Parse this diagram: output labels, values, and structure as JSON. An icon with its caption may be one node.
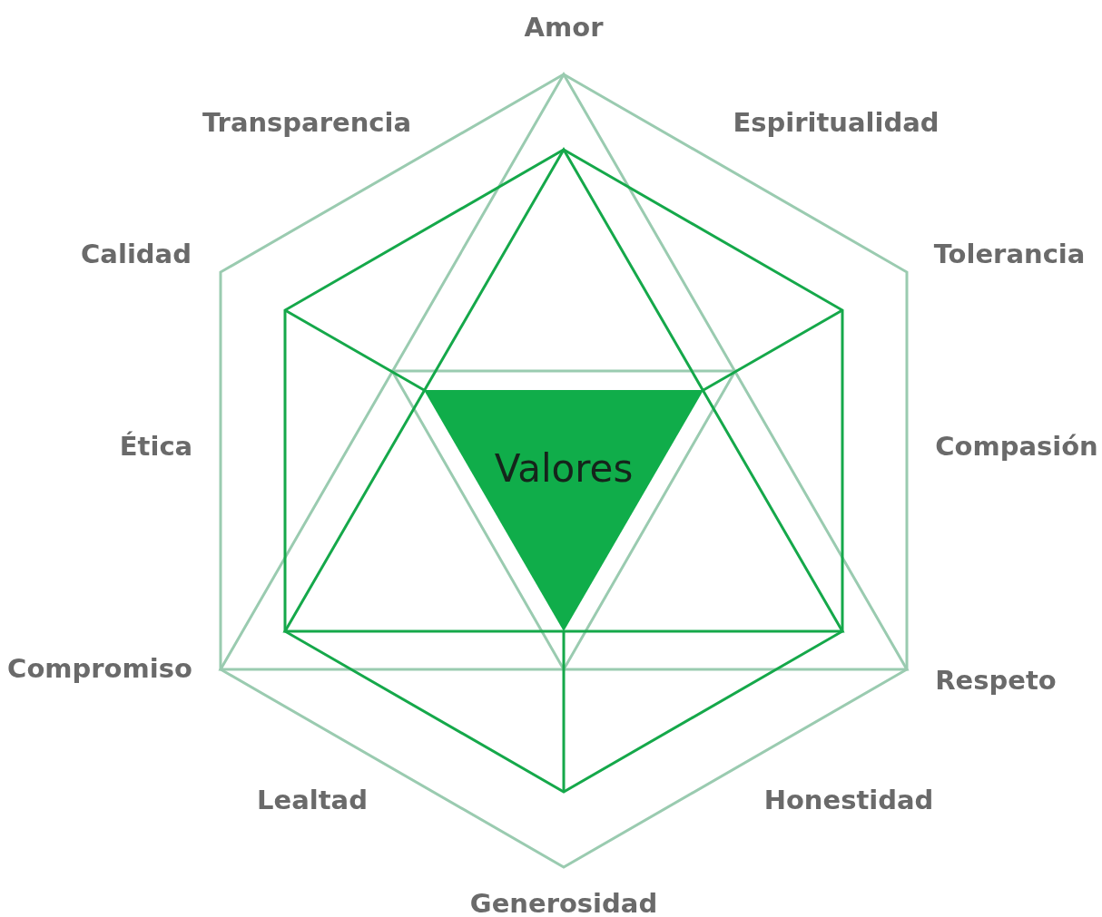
{
  "diagram": {
    "nodes": [
      {
        "text": [
          "Valores"
        ]
      }
    ],
    "labels": [
      "Amor",
      "Transparencia",
      "Espiritualidad",
      "Calidad",
      "Tolerancia",
      "Ética",
      "Compasión",
      "Compromiso",
      "Respeto",
      "Lealtad",
      "Honestidad",
      "Generosidad"
    ]
  }
}
